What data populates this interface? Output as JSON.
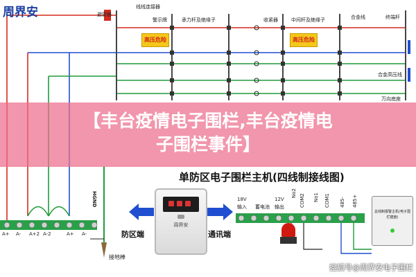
{
  "brand": "周界安",
  "top_labels": {
    "lightning": "避雷器",
    "wire_connector": "线线连接器",
    "warning_sign": "警示牌",
    "tension_post": "承力杆及绝缘子",
    "tensioner": "收紧器",
    "intermediate_post": "中间杆及绝缘子",
    "alloy_wire": "合金线",
    "terminal_post": "终端杆"
  },
  "warning_text": "高压危险",
  "right_labels": {
    "hv_cable": "合金高压线",
    "universal_box": "万向底座"
  },
  "banner": {
    "line1": "【丰台疫情电子围栏,丰台疫情电",
    "line2": "子围栏事件】"
  },
  "host_title": "单防区电子围栏主机(四线制接线图)",
  "zone_label": "防区端",
  "comm_label": "通讯端",
  "ground_label": "接地棒",
  "hgnd": "HGND",
  "device_brand": "周界安",
  "left_terminals": [
    "A+",
    "A-",
    "A+2",
    "A-2",
    "A+",
    "A-"
  ],
  "right_terminals": {
    "labels": [
      "18V",
      "输入",
      "12V",
      "输出",
      "No2",
      "COM2",
      "No1",
      "COM1",
      "485-",
      "485+"
    ],
    "sub": "蓄电池"
  },
  "module_text": "总线制报警主机(电子围栏键盘)",
  "watermark": "搜狐号@周界安电子围栏",
  "colors": {
    "red": "#d62a1e",
    "green": "#1f9a3a",
    "blue": "#1f4fd0",
    "banner": "#eb6e8c"
  }
}
